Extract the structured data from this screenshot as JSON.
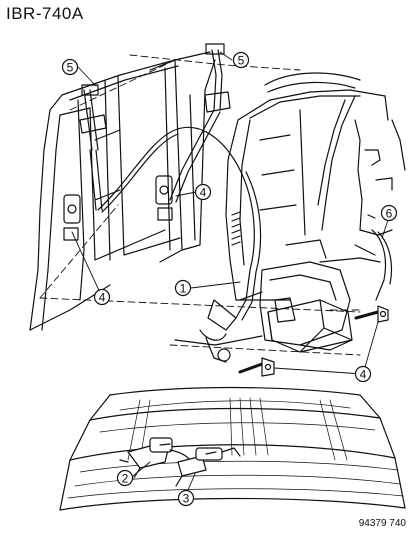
{
  "header": {
    "diagram_id": "IBR-740A"
  },
  "footer": {
    "figure_code": "94379 740"
  },
  "callouts": [
    {
      "id": "c5a",
      "label": "5"
    },
    {
      "id": "c5b",
      "label": "5"
    },
    {
      "id": "c4a",
      "label": "4"
    },
    {
      "id": "c4b",
      "label": "4"
    },
    {
      "id": "c4c",
      "label": "4"
    },
    {
      "id": "c1",
      "label": "1"
    },
    {
      "id": "c6",
      "label": "6"
    },
    {
      "id": "c2",
      "label": "2"
    },
    {
      "id": "c3",
      "label": "3"
    }
  ]
}
